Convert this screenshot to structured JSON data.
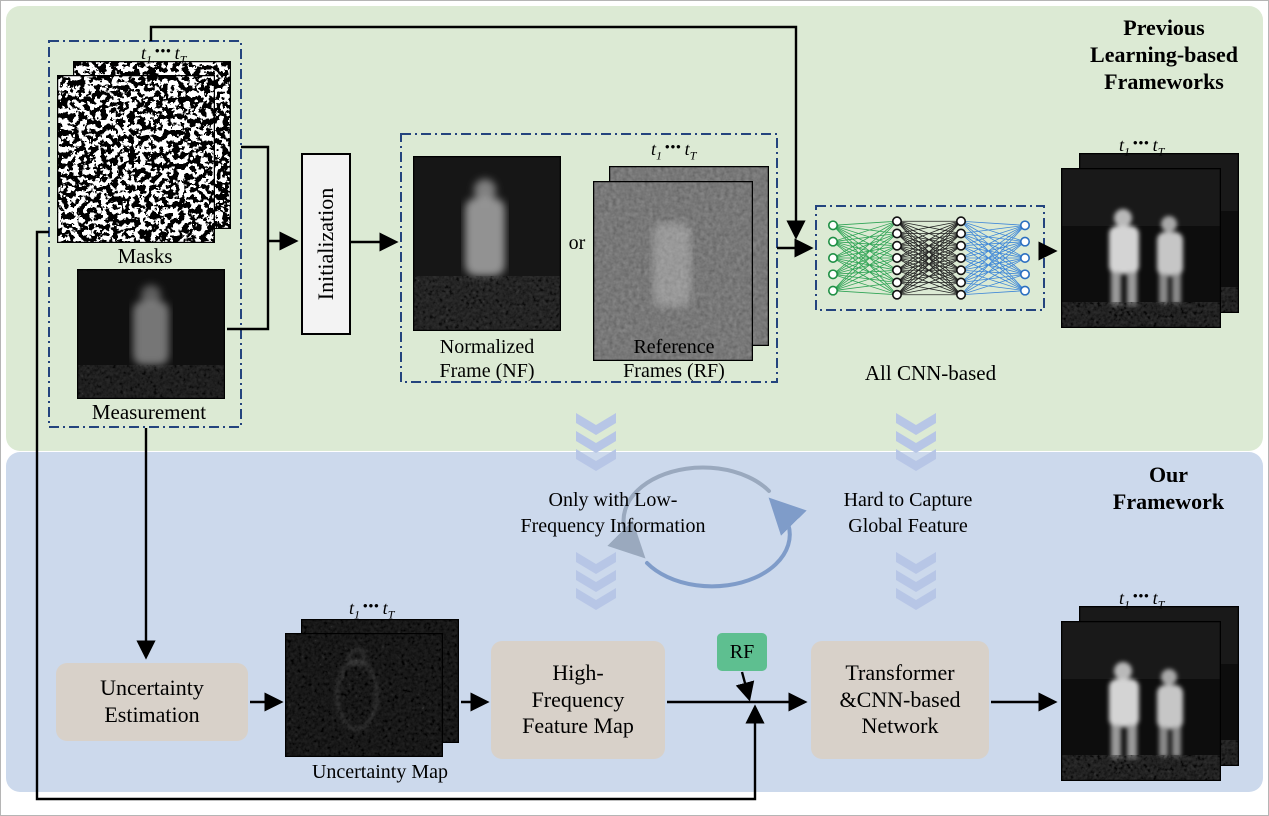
{
  "titles": {
    "previous": "Previous\nLearning-based\nFrameworks",
    "ours": "Our\nFramework"
  },
  "previous": {
    "masks_label": "Masks",
    "measurement_label": "Measurement",
    "initialization_label": "Initialization",
    "normalized_frame_label": "Normalized\nFrame (NF)",
    "or_label": "or",
    "reference_frames_label": "Reference\nFrames (RF)",
    "all_cnn_label": "All CNN-based"
  },
  "middle": {
    "low_freq_text": "Only with Low-\nFrequency Information",
    "global_feature_text": "Hard to Capture\nGlobal Feature"
  },
  "ours": {
    "uncertainty_estimation_label": "Uncertainty\nEstimation",
    "uncertainty_map_label": "Uncertainty Map",
    "high_freq_label": "High-\nFrequency\nFeature Map",
    "rf_label": "RF",
    "transformer_label": "Transformer\n&CNN-based\nNetwork"
  },
  "time": {
    "sym": "t",
    "first": "1",
    "last": "T",
    "dots": "•••"
  },
  "colors": {
    "previous_panel_bg": "#dcead4",
    "ours_panel_bg": "#ccd9ec",
    "gray_box_bg": "#d8d1c9",
    "rf_box_bg": "#5ebf90",
    "chevron": "#b7c6e6",
    "dash_border": "#24447e",
    "nn_input": "#1e8f44",
    "nn_hidden": "#111111",
    "nn_output": "#2b6fc0"
  }
}
